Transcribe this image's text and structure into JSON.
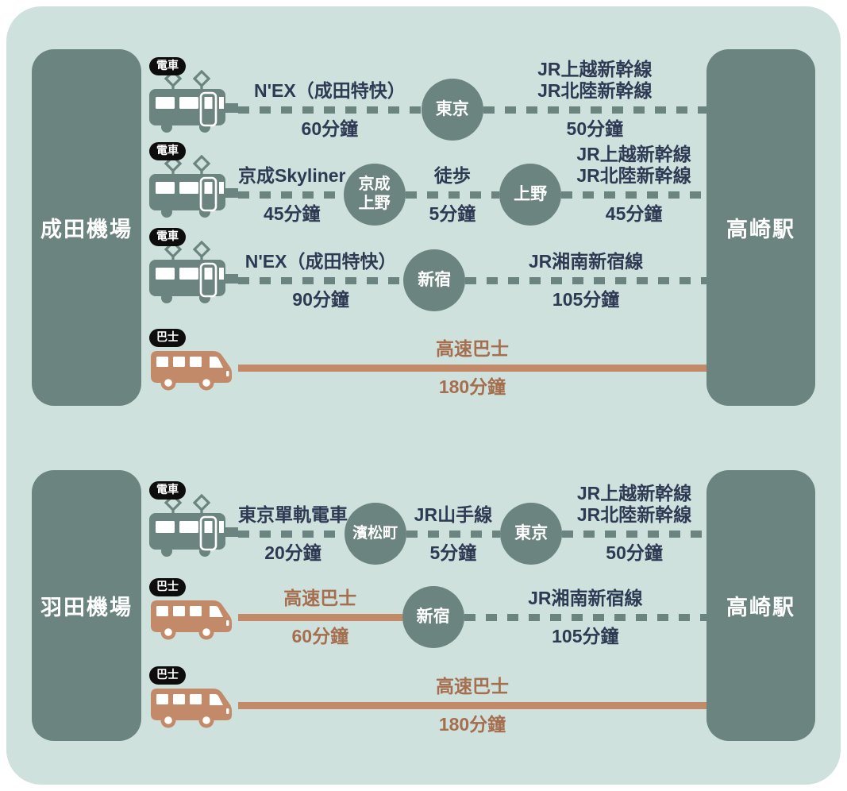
{
  "palette": {
    "panel_bg": "#cfe1dc",
    "slate_green": "#6b847f",
    "navy_text": "#2e3a53",
    "bus_brown": "#c28a68",
    "bus_brown_text": "#a56f4f",
    "badge_black": "#0d0d0d",
    "white": "#ffffff"
  },
  "sections": [
    {
      "origin": "成田機場",
      "destination": "高崎駅",
      "rows": [
        {
          "vehicle": "train",
          "badge": "電車",
          "seg1": {
            "line1": "N'EX（成田特快）",
            "time": "60分鐘"
          },
          "node1": {
            "label1": "東京"
          },
          "seg2": {
            "line1": "JR上越新幹線",
            "line2": "JR北陸新幹線",
            "time": "50分鐘"
          }
        },
        {
          "vehicle": "train",
          "badge": "電車",
          "seg1": {
            "line1": "京成Skyliner",
            "time": "45分鐘"
          },
          "node1": {
            "label1": "京成",
            "label2": "上野"
          },
          "seg2": {
            "line1": "徒歩",
            "time": "5分鐘"
          },
          "node2": {
            "label1": "上野"
          },
          "seg3": {
            "line1": "JR上越新幹線",
            "line2": "JR北陸新幹線",
            "time": "45分鐘"
          }
        },
        {
          "vehicle": "train",
          "badge": "電車",
          "seg1": {
            "line1": "N'EX（成田特快）",
            "time": "90分鐘"
          },
          "node1": {
            "label1": "新宿"
          },
          "seg2": {
            "line1": "JR湘南新宿線",
            "time": "105分鐘"
          }
        },
        {
          "vehicle": "bus",
          "badge": "巴士",
          "seg1": {
            "line1": "高速巴士",
            "time": "180分鐘"
          }
        }
      ]
    },
    {
      "origin": "羽田機場",
      "destination": "高崎駅",
      "rows": [
        {
          "vehicle": "train",
          "badge": "電車",
          "seg1": {
            "line1": "東京單軌電車",
            "time": "20分鐘"
          },
          "node1": {
            "label1": "濱松町"
          },
          "seg2": {
            "line1": "JR山手線",
            "time": "5分鐘"
          },
          "node2": {
            "label1": "東京"
          },
          "seg3": {
            "line1": "JR上越新幹線",
            "line2": "JR北陸新幹線",
            "time": "50分鐘"
          }
        },
        {
          "vehicle": "bus",
          "badge": "巴士",
          "seg1": {
            "line1": "高速巴士",
            "time": "60分鐘"
          },
          "node1": {
            "label1": "新宿"
          },
          "seg2": {
            "line1": "JR湘南新宿線",
            "time": "105分鐘"
          }
        },
        {
          "vehicle": "bus",
          "badge": "巴士",
          "seg1": {
            "line1": "高速巴士",
            "time": "180分鐘"
          }
        }
      ]
    }
  ]
}
